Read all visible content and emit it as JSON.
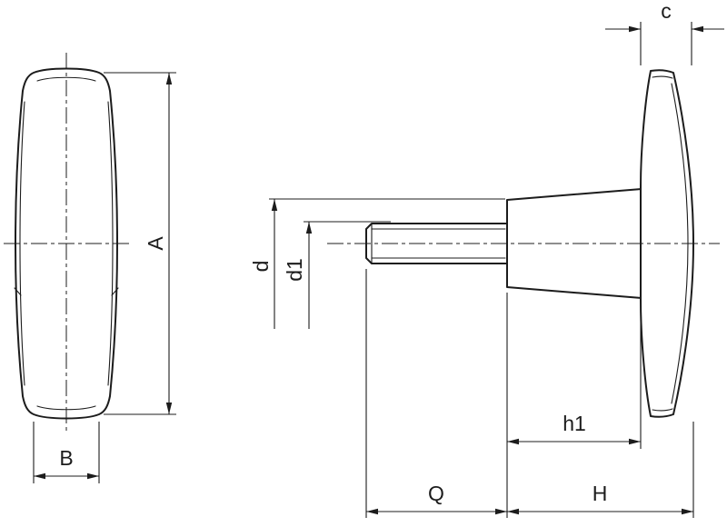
{
  "drawing": {
    "colors": {
      "line": "#1c1c1c",
      "background": "#ffffff"
    },
    "labels": {
      "a": "A",
      "b": "B",
      "c": "c",
      "d": "d",
      "d1": "d1",
      "h1": "h1",
      "q": "Q",
      "h": "H"
    }
  }
}
